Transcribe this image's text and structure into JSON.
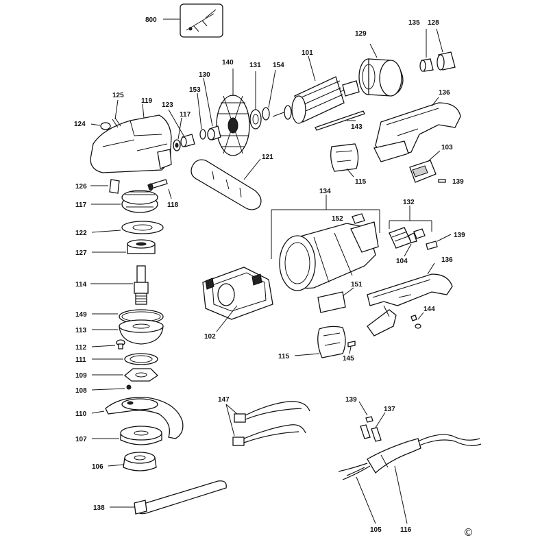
{
  "labels": {
    "p800": "800",
    "p129": "129",
    "p135": "135",
    "p128": "128",
    "p140": "140",
    "p131": "131",
    "p154": "154",
    "p101": "101",
    "p130": "130",
    "p153": "153",
    "p125": "125",
    "p119": "119",
    "p123": "123",
    "p117a": "117",
    "p124": "124",
    "p136a": "136",
    "p143": "143",
    "p103": "103",
    "p121": "121",
    "p115a": "115",
    "p139a": "139",
    "p126": "126",
    "p117b": "117",
    "p118": "118",
    "p134": "134",
    "p132": "132",
    "p152": "152",
    "p122": "122",
    "p139b": "139",
    "p127": "127",
    "p104": "104",
    "p136b": "136",
    "p114": "114",
    "p151": "151",
    "p144": "144",
    "p149": "149",
    "p113": "113",
    "p102": "102",
    "p112": "112",
    "p115b": "115",
    "p145": "145",
    "p111": "111",
    "p109": "109",
    "p108": "108",
    "p147": "147",
    "p139c": "139",
    "p137": "137",
    "p110": "110",
    "p107": "107",
    "p106": "106",
    "p138": "138",
    "p105": "105",
    "p116": "116"
  },
  "copyright": "©"
}
